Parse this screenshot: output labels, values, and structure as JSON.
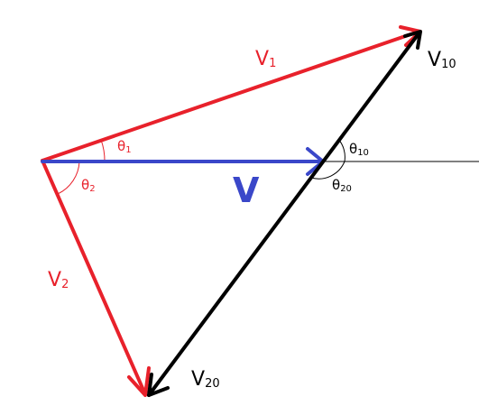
{
  "colors": {
    "red": "#e8212b",
    "blue": "#3a47c9",
    "black": "#000000",
    "thin": "#000000"
  },
  "labels": {
    "v1": {
      "main": "V",
      "sub": "1"
    },
    "v2": {
      "main": "V",
      "sub": "2"
    },
    "v": {
      "main": "V"
    },
    "v10": {
      "main": "V",
      "sub": "10"
    },
    "v20": {
      "main": "V",
      "sub": "20"
    },
    "theta1": {
      "main": "θ",
      "sub": "1"
    },
    "theta2": {
      "main": "θ",
      "sub": "2"
    },
    "theta10": {
      "main": "θ",
      "sub": "10"
    },
    "theta20": {
      "main": "θ",
      "sub": "20"
    }
  }
}
